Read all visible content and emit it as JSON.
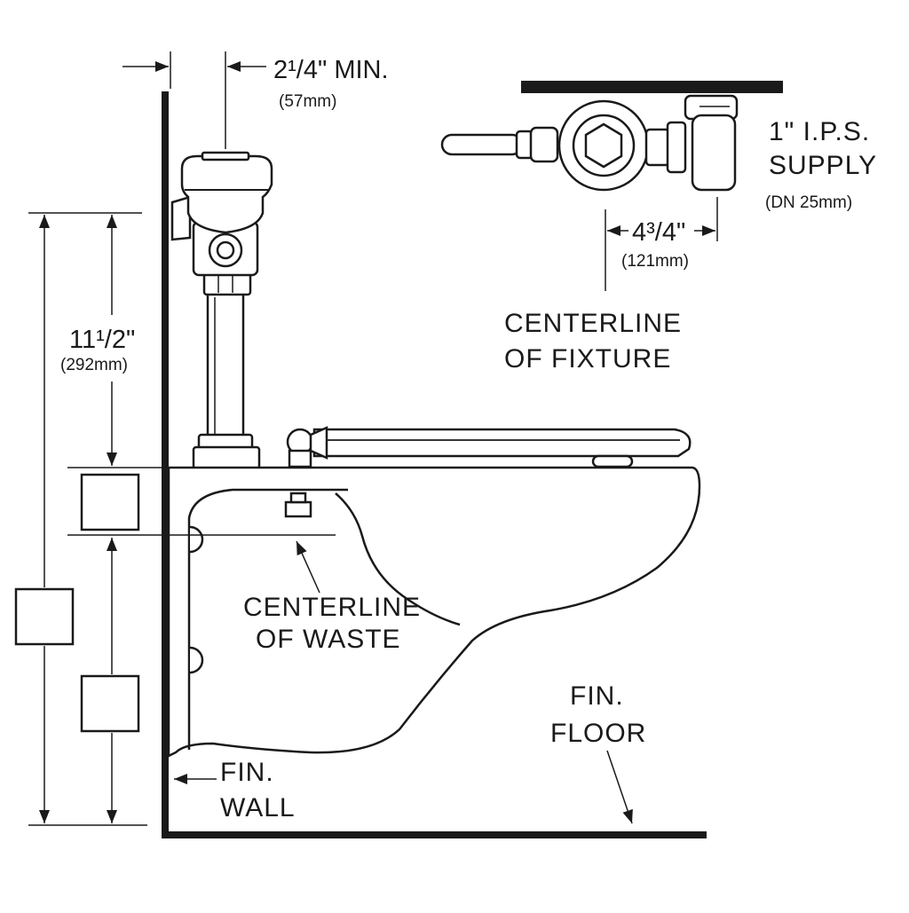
{
  "dimensions": {
    "wall_offset": {
      "main": "2¹/4\" MIN.",
      "metric": "(57mm)"
    },
    "height": {
      "main": "11¹/2\"",
      "metric": "(292mm)"
    },
    "spud_offset": {
      "main": "4³/4\"",
      "metric": "(121mm)"
    }
  },
  "labels": {
    "supply": {
      "line1": "1\" I.P.S.",
      "line2": "SUPPLY",
      "line3": "(DN  25mm)"
    },
    "centerline_fixture": {
      "line1": "CENTERLINE",
      "line2": "OF FIXTURE"
    },
    "centerline_waste": {
      "line1": "CENTERLINE",
      "line2": "OF WASTE"
    },
    "fin_floor": {
      "line1": "FIN.",
      "line2": "FLOOR"
    },
    "fin_wall": {
      "line1": "FIN.",
      "line2": "WALL"
    }
  }
}
